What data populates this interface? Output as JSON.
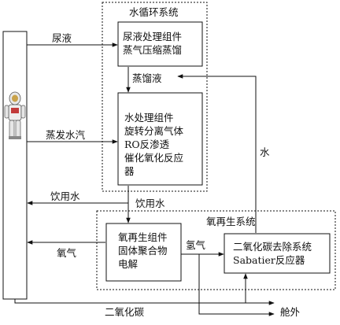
{
  "water_system": {
    "title": "水循环系统",
    "urine_box": {
      "line1": "尿液处理组件",
      "line2": "蒸气压缩蒸馏"
    },
    "water_box": {
      "line1": "水处理组件",
      "line2": "旋转分离气体",
      "line3": "RO反渗透",
      "line4": "催化氧化反应",
      "line5": "器"
    }
  },
  "oxygen_system": {
    "title": "氧再生系统",
    "oxygen_box": {
      "line1": "氧再生组件",
      "line2": "固体聚合物",
      "line3": "电解"
    },
    "co2_box": {
      "line1": "二氧化碳去除系统",
      "line2": "Sabatier反应器"
    }
  },
  "flows": {
    "urine": "尿液",
    "distillate": "蒸馏液",
    "evaporated_water": "蒸发水汽",
    "water": "水",
    "drinking_water_left": "饮用水",
    "drinking_water_down": "饮用水",
    "oxygen_left": "氧气",
    "oxygen_right": "氢气",
    "co2": "二氧化碳",
    "outboard": "舱外"
  }
}
